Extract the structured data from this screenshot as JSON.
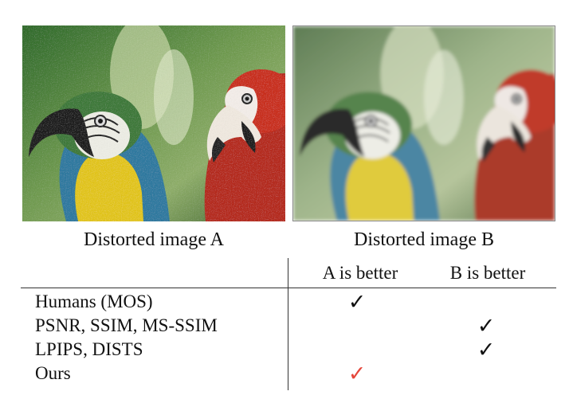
{
  "captions": {
    "image_a": "Distorted image A",
    "image_b": "Distorted image B"
  },
  "table": {
    "columns": [
      "A is better",
      "B is better"
    ],
    "rows": [
      {
        "label": "Humans (MOS)",
        "a_mark": "✓",
        "b_mark": ""
      },
      {
        "label": "PSNR, SSIM, MS-SSIM",
        "a_mark": "",
        "b_mark": "✓"
      },
      {
        "label": "LPIPS, DISTS",
        "a_mark": "",
        "b_mark": "✓"
      },
      {
        "label": "Ours",
        "a_mark": "✓",
        "b_mark": ""
      }
    ],
    "highlight_color": "#e5473b"
  },
  "images": {
    "a_description_icon": "parrots-noisy-image",
    "b_description_icon": "parrots-blurred-image"
  }
}
